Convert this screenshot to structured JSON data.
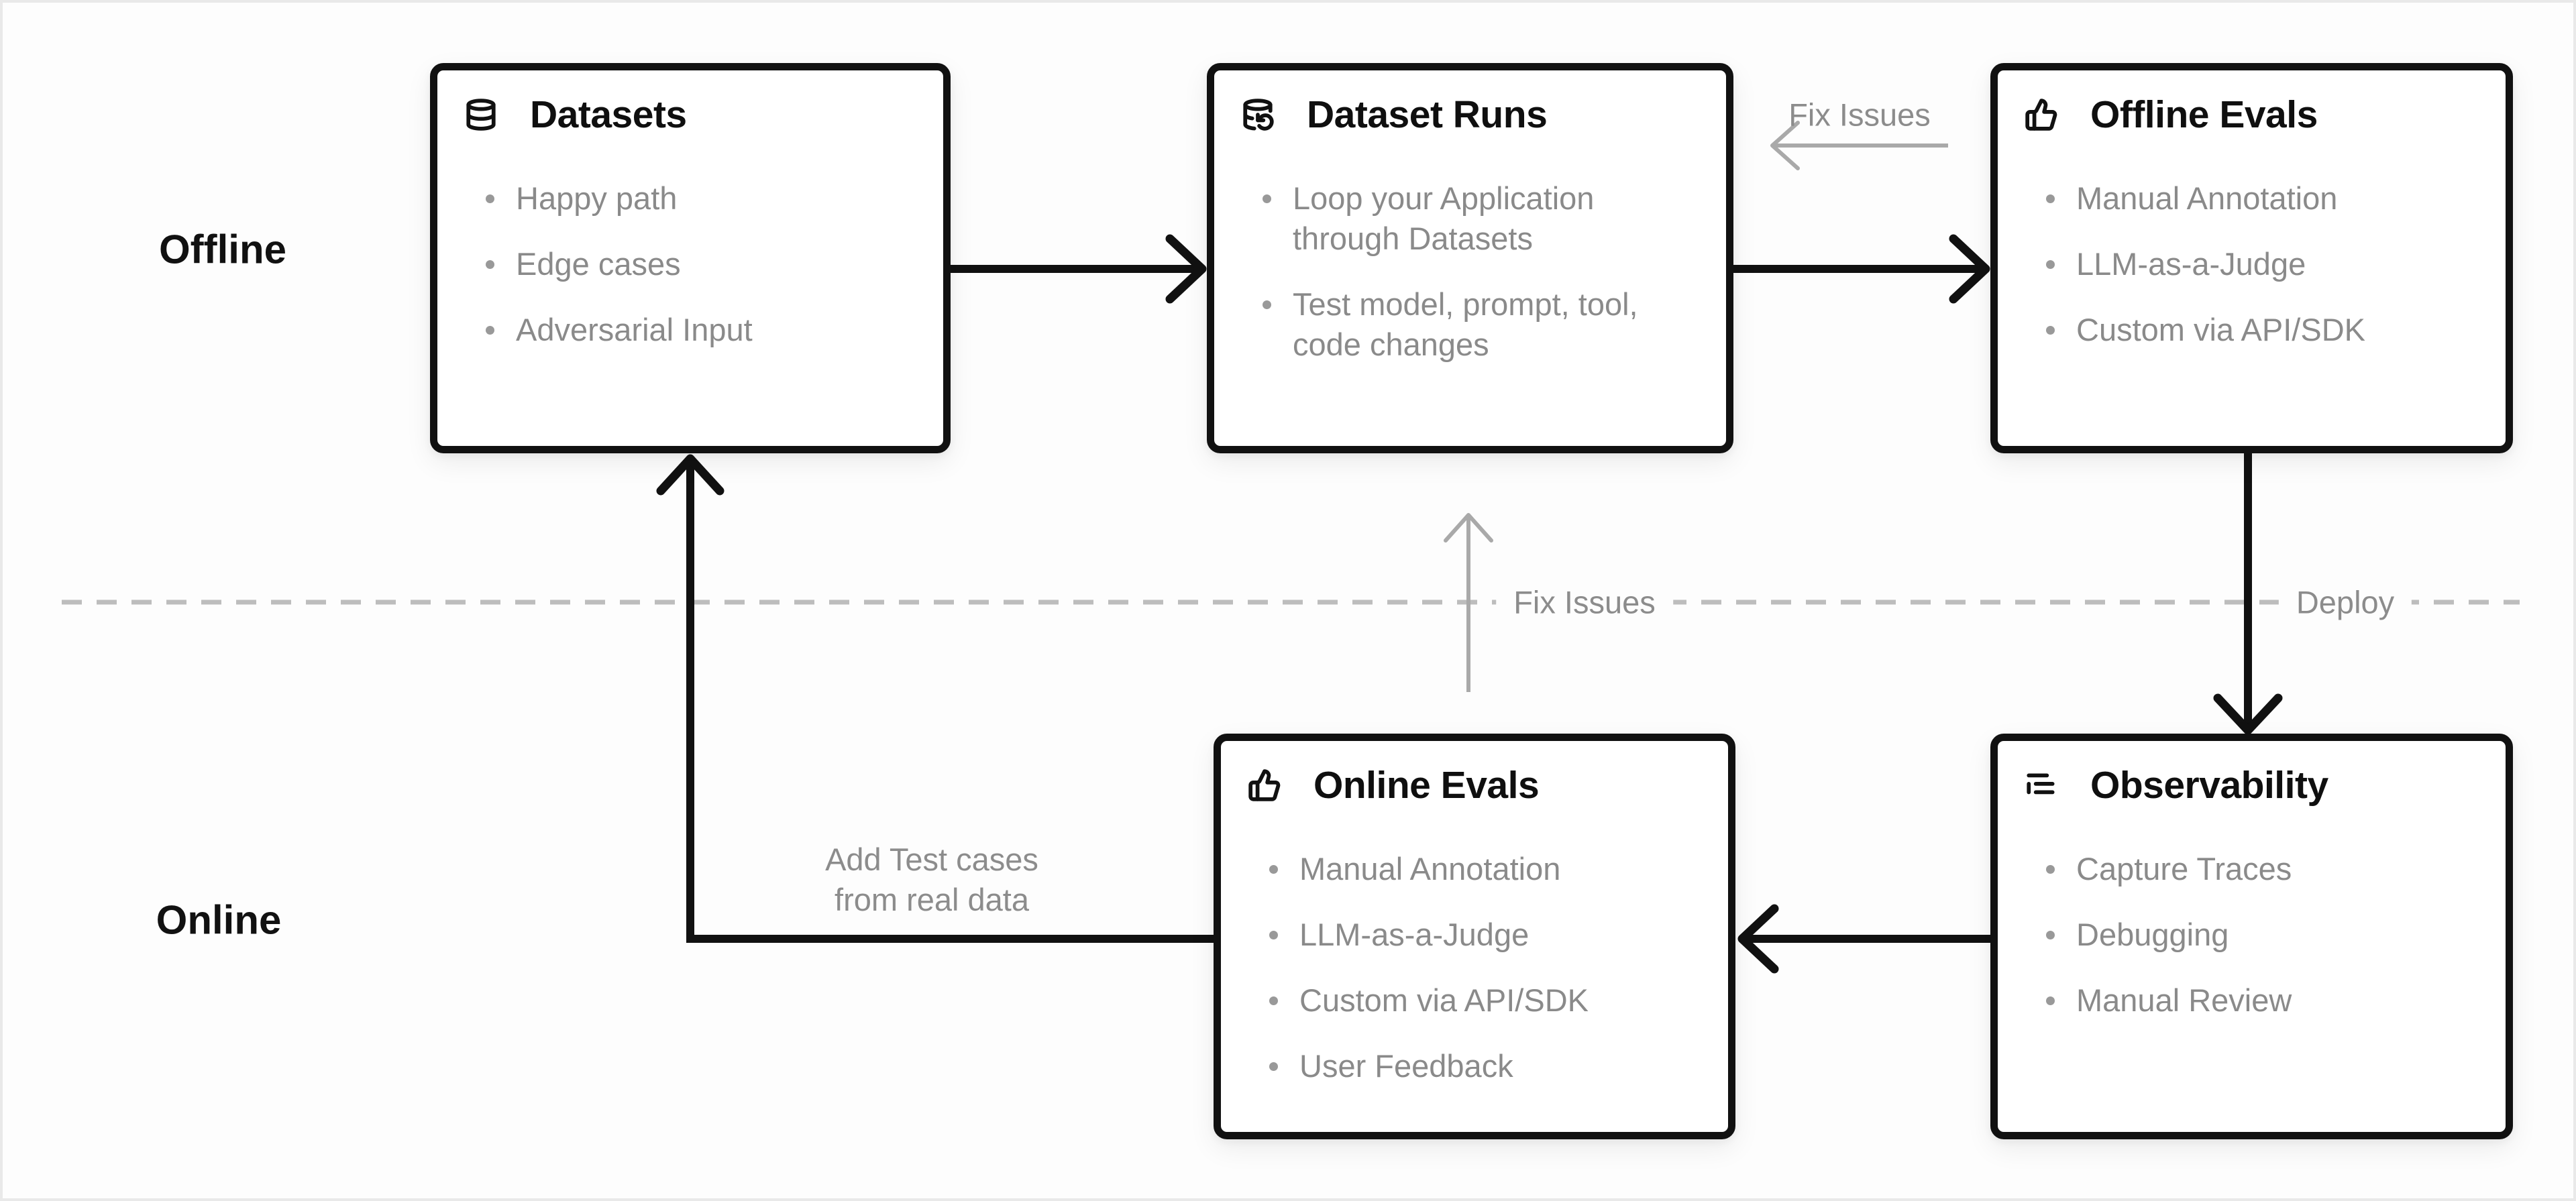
{
  "diagram": {
    "description": "Offline/Online evaluation workflow diagram",
    "colors": {
      "canvas_bg": "#fdfdfd",
      "node_bg": "#ffffff",
      "node_border": "#111111",
      "title_text": "#0f0f0f",
      "muted_text": "#8a8a8a",
      "edge_label_text": "#8c8c8c",
      "black_arrow": "#111111",
      "gray_arrow": "#a9a9a9",
      "divider_dash": "#bdbdbd"
    }
  },
  "row_labels": {
    "offline": "Offline",
    "online": "Online"
  },
  "boxes": [
    {
      "id": "datasets",
      "icon": "database-icon",
      "title": "Datasets",
      "items": [
        "Happy path",
        "Edge cases",
        "Adversarial Input"
      ]
    },
    {
      "id": "dataset-runs",
      "icon": "database-run-icon",
      "title": "Dataset Runs",
      "items": [
        "Loop your Application through Datasets",
        "Test model, prompt, tool, code changes"
      ]
    },
    {
      "id": "offline-evals",
      "icon": "thumbs-up-icon",
      "title": "Offline Evals",
      "items": [
        "Manual Annotation",
        "LLM-as-a-Judge",
        "Custom via API/SDK"
      ]
    },
    {
      "id": "online-evals",
      "icon": "thumbs-up-icon",
      "title": "Online Evals",
      "items": [
        "Manual Annotation",
        "LLM-as-a-Judge",
        "Custom via API/SDK",
        "User Feedback"
      ]
    },
    {
      "id": "observability",
      "icon": "list-tree-icon",
      "title": "Observability",
      "items": [
        "Capture Traces",
        "Debugging",
        "Manual Review"
      ]
    }
  ],
  "labels": {
    "fix_issues_top": "Fix Issues",
    "fix_issues_mid": "Fix Issues",
    "deploy": "Deploy",
    "add_test_cases_line1": "Add Test cases",
    "add_test_cases_line2": "from real data"
  }
}
